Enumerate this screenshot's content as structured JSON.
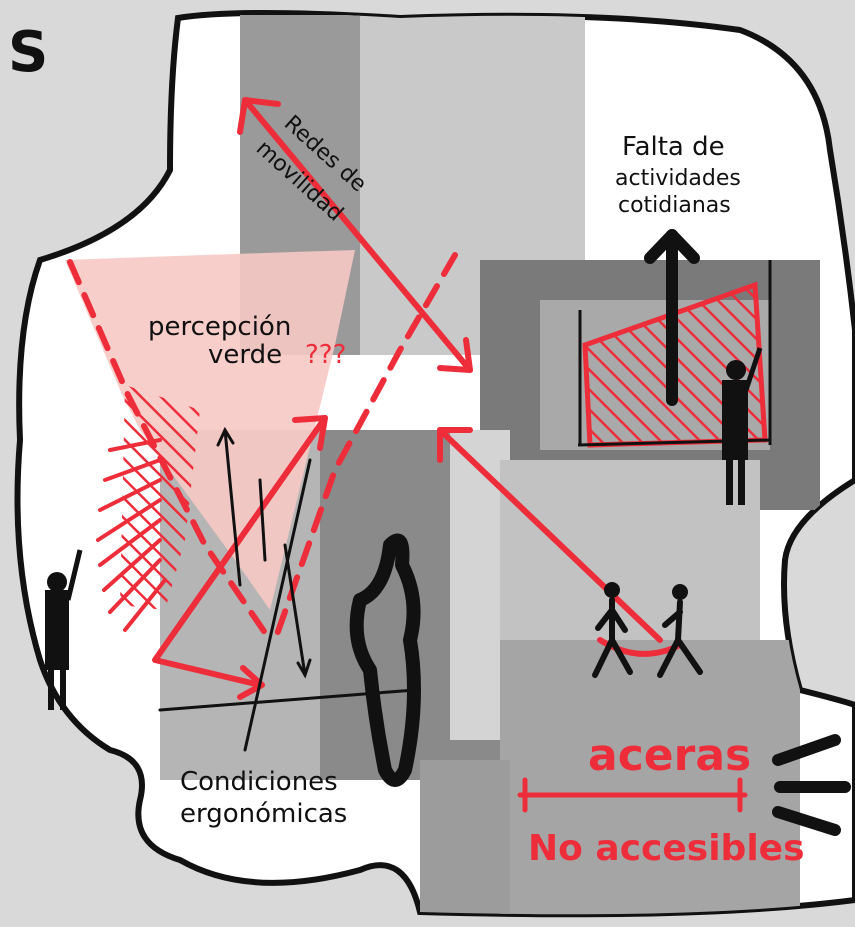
{
  "header": {
    "title_fragment": "S"
  },
  "labels": {
    "redes": "Redes de",
    "movilidad": "movilidad",
    "falta_line1": "Falta de",
    "falta_line2": "actividades",
    "falta_line3": "cotidianas",
    "percepcion_line1": "percepción",
    "percepcion_line2": "verde",
    "percepcion_marks": "???",
    "condiciones_line1": "Condiciones",
    "condiciones_line2": "ergonómicas",
    "aceras": "aceras",
    "no_accesibles": "No accesibles"
  },
  "colors": {
    "background": "#d9d9d9",
    "accent_red": "#ee2d3a",
    "pink_fill": "#f6c9c4",
    "ink": "#111111",
    "photo_light": "#bdbdbd",
    "photo_dark": "#6e6e6e"
  }
}
